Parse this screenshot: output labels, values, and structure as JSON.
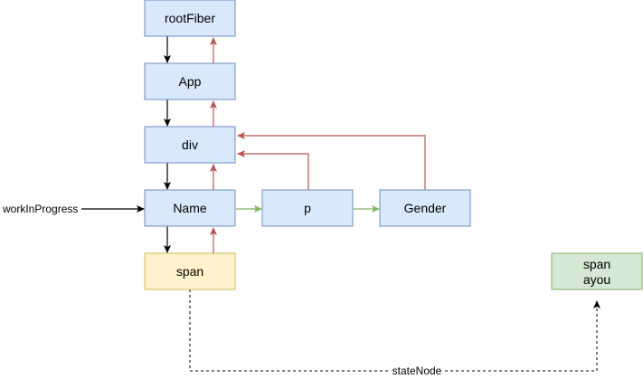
{
  "nodes": {
    "root_fiber": {
      "label": "rootFiber"
    },
    "app": {
      "label": "App"
    },
    "div": {
      "label": "div"
    },
    "name": {
      "label": "Name"
    },
    "p": {
      "label": "p"
    },
    "gender": {
      "label": "Gender"
    },
    "span": {
      "label": "span"
    },
    "dom_span": {
      "label_line1": "span",
      "label_line2": "ayou"
    }
  },
  "labels": {
    "work_in_progress": "workInProgress",
    "state_node": "stateNode"
  },
  "colors": {
    "fiber_fill": "#dae8fc",
    "fiber_stroke": "#6c8ebf",
    "current_fill": "#fff2cc",
    "current_stroke": "#d6b656",
    "dom_fill": "#d5e8d4",
    "dom_stroke": "#82b366",
    "child_edge": "#000000",
    "return_edge": "#b85450",
    "sibling_edge": "#82b366"
  }
}
